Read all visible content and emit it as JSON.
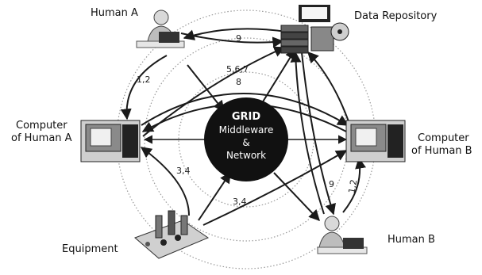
{
  "nodes": {
    "human_a": "Human A",
    "data_repository": "Data Repository",
    "computer_a": [
      "Computer",
      "of Human A"
    ],
    "computer_b": [
      "Computer",
      "of Human B"
    ],
    "equipment": "Equipment",
    "human_b": "Human B"
  },
  "hub": {
    "title": "GRID",
    "line1": "Middleware",
    "line2": "&",
    "line3": "Network"
  },
  "edge_labels": {
    "top": "9",
    "upper_1": "5,6,7",
    "upper_2": "8",
    "left_top": "1,2",
    "left_lower": "3,4",
    "bottom_center": "3,4",
    "right_lower": "9",
    "right_lower_2": "1,2"
  },
  "icons": [
    "person-at-laptop-icon",
    "server-stack-icon",
    "desktop-computer-icon",
    "lab-equipment-icon"
  ],
  "colors": {
    "hub_fill": "#111111",
    "hub_text": "#ffffff",
    "ring": "#9a9a9a",
    "arrow": "#1a1a1a"
  }
}
